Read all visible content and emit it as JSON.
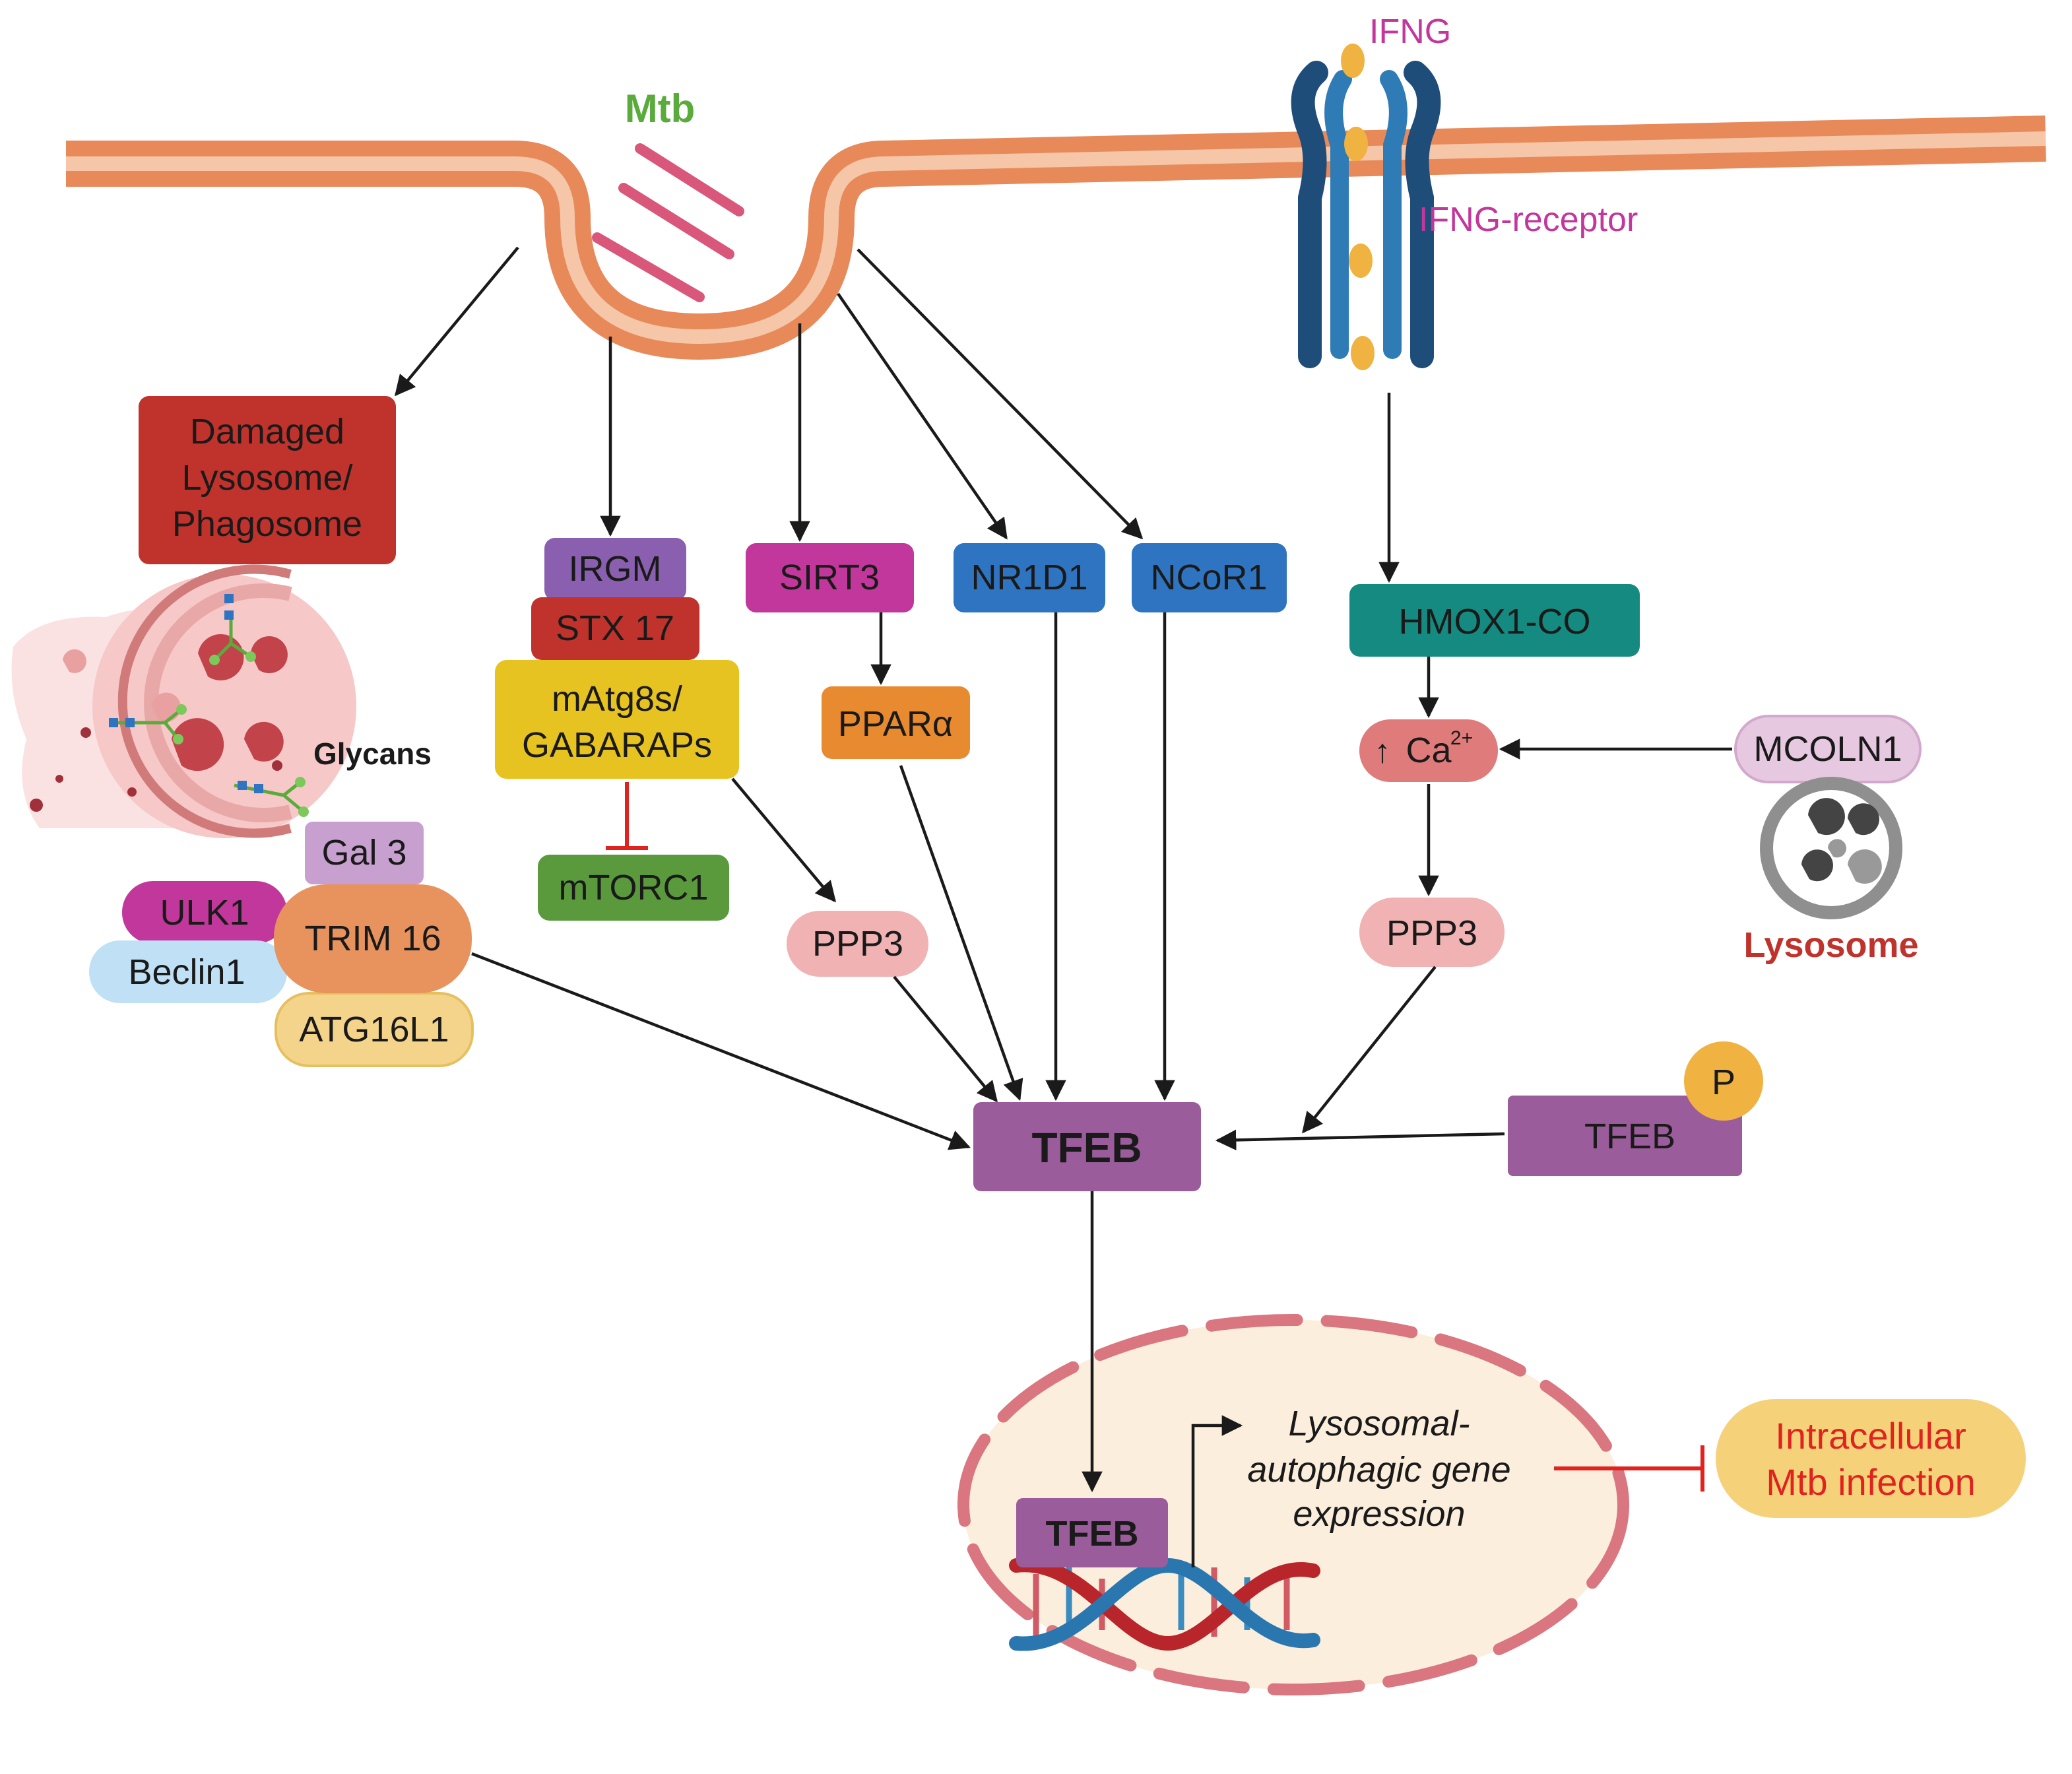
{
  "labels": {
    "mtb": "Mtb",
    "ifng": "IFNG",
    "ifng_receptor": "IFNG-receptor",
    "glycans": "Glycans",
    "lysosome": "Lysosome",
    "ca_arrow": "↑",
    "ca_base": "Ca",
    "ca_sup": "2+",
    "p": "P"
  },
  "nodes": {
    "damaged_1": "Damaged",
    "damaged_2": "Lysosome/",
    "damaged_3": "Phagosome",
    "irgm": "IRGM",
    "stx17": "STX 17",
    "matg8s_1": "mAtg8s/",
    "matg8s_2": "GABARAPs",
    "mtorc1": "mTORC1",
    "sirt3": "SIRT3",
    "ppara": "PPARα",
    "nr1d1": "NR1D1",
    "ncor1": "NCoR1",
    "hmox1": "HMOX1-CO",
    "mcoln1": "MCOLN1",
    "ppp3_left": "PPP3",
    "ppp3_right": "PPP3",
    "gal3": "Gal 3",
    "ulk1": "ULK1",
    "trim16": "TRIM 16",
    "beclin1": "Beclin1",
    "atg16l1": "ATG16L1",
    "tfeb_main": "TFEB",
    "tfeb_p": "TFEB",
    "tfeb_nuc": "TFEB",
    "gene_1": "Lysosomal-",
    "gene_2": "autophagic gene",
    "gene_3": "expression",
    "infection_1": "Intracellular",
    "infection_2": "Mtb infection"
  },
  "colors": {
    "membrane": "#e8895a",
    "membrane_inner": "#f6c6a8",
    "mtb": "#d9577a",
    "mtb_label": "#5aab3c",
    "ifng_label": "#c2379b",
    "lysosome_label": "#c0332c",
    "irgm": "#8a5fb0",
    "stx17": "#c0332c",
    "matg8s": "#e6c320",
    "mtorc1": "#5a9a3c",
    "sirt3": "#c2379b",
    "ppara": "#e88a30",
    "nr1d1": "#2f74c0",
    "ncor1": "#2f74c0",
    "hmox1": "#148a80",
    "damaged": "#c0332c",
    "ppp3": "#f0b2b2",
    "ca": "#e07b7b",
    "mcoln1": "#e6c8e0",
    "tfeb": "#9a5c9a",
    "p_circle": "#f0b240",
    "gal3": "#c8a0d0",
    "ulk1": "#c2379b",
    "trim16": "#e8935e",
    "beclin1": "#bfe0f5",
    "atg16l1": "#f3d48a",
    "infection_fill": "#f5d17a",
    "infection_text": "#e0231f",
    "nucleus_fill": "#fbeedc",
    "nucleus_stroke": "#d9767f",
    "inhibit": "#e0231f",
    "dna_red": "#b8252a",
    "dna_blue": "#2a77b0"
  }
}
